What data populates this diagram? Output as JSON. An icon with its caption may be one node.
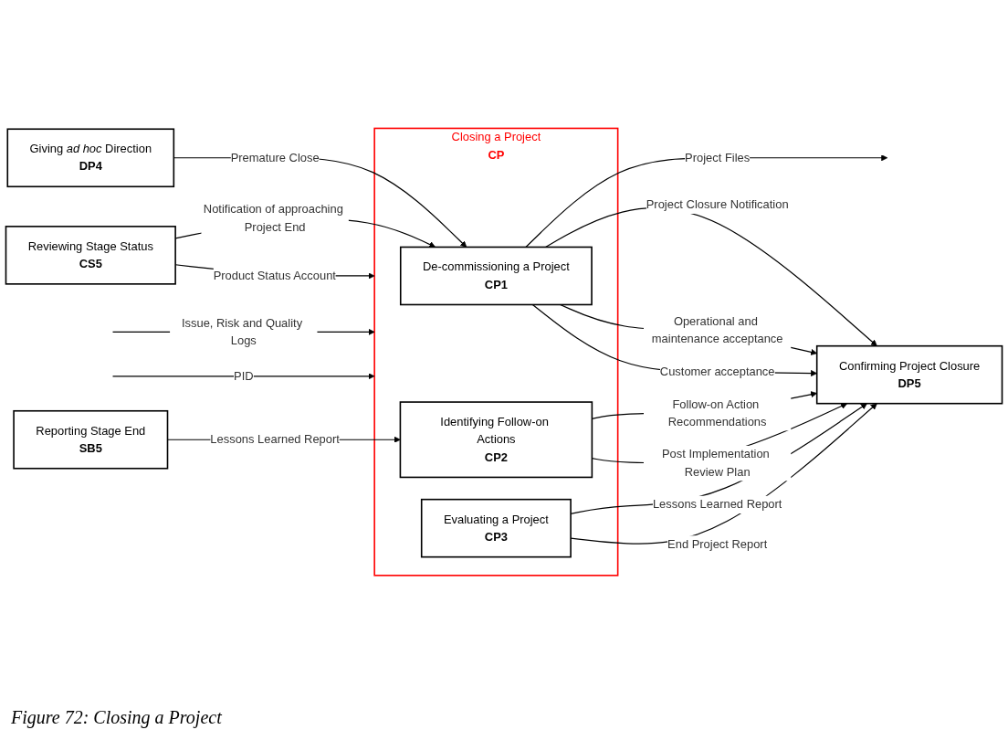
{
  "diagram": {
    "caption": "Figure 72: Closing a Project",
    "nodes": [
      {
        "text": [
          "Giving *ad hoc* Direction",
          "DP4"
        ]
      },
      {
        "text": [
          "Reviewing Stage Status",
          "CS5"
        ]
      },
      {
        "text": [
          "Reporting Stage End",
          "SB5"
        ]
      },
      {
        "text": [
          "Closing a Project",
          "CP"
        ]
      },
      {
        "text": [
          "De-commissioning a Project",
          "CP1"
        ],
        "in": 3
      },
      {
        "text": [
          "Identifying Follow-on Actions",
          "CP2"
        ],
        "in": 3
      },
      {
        "text": [
          "Evaluating a Project",
          "CP3"
        ],
        "in": 3
      },
      {
        "text": [
          "Confirming Project Closure",
          "DP5"
        ]
      }
    ],
    "edges": [
      {
        "from": 0,
        "to": 4,
        "arrow": "to",
        "label": "Premature Close"
      },
      {
        "from": 1,
        "to": 4,
        "arrow": "to",
        "label": "Notification of approaching Project End"
      },
      {
        "from": 1,
        "to": 3,
        "arrow": "to",
        "label": "Product Status Account"
      },
      {
        "from": 2,
        "to": 5,
        "arrow": "to",
        "label": "Lessons Learned Report"
      },
      {
        "from": null,
        "to": 3,
        "arrow": "to",
        "label": "Issue, Risk and Quality Logs"
      },
      {
        "from": null,
        "to": 3,
        "arrow": "to",
        "label": "PID"
      },
      {
        "from": 4,
        "to": null,
        "arrow": "to",
        "label": "Project Files"
      },
      {
        "from": 4,
        "to": 7,
        "arrow": "to",
        "label": "Project Closure Notification"
      },
      {
        "from": 4,
        "to": 7,
        "arrow": "to",
        "label": "Operational and maintenance acceptance"
      },
      {
        "from": 4,
        "to": 7,
        "arrow": "to",
        "label": "Customer acceptance"
      },
      {
        "from": 5,
        "to": 7,
        "arrow": "to",
        "label": "Follow-on Action Recommendations"
      },
      {
        "from": 5,
        "to": 7,
        "arrow": "to",
        "label": "Post Implementation Review Plan"
      },
      {
        "from": 6,
        "to": 7,
        "arrow": "to",
        "label": "Lessons Learned Report"
      },
      {
        "from": 6,
        "to": 7,
        "arrow": "to",
        "label": "End Project Report"
      }
    ]
  }
}
